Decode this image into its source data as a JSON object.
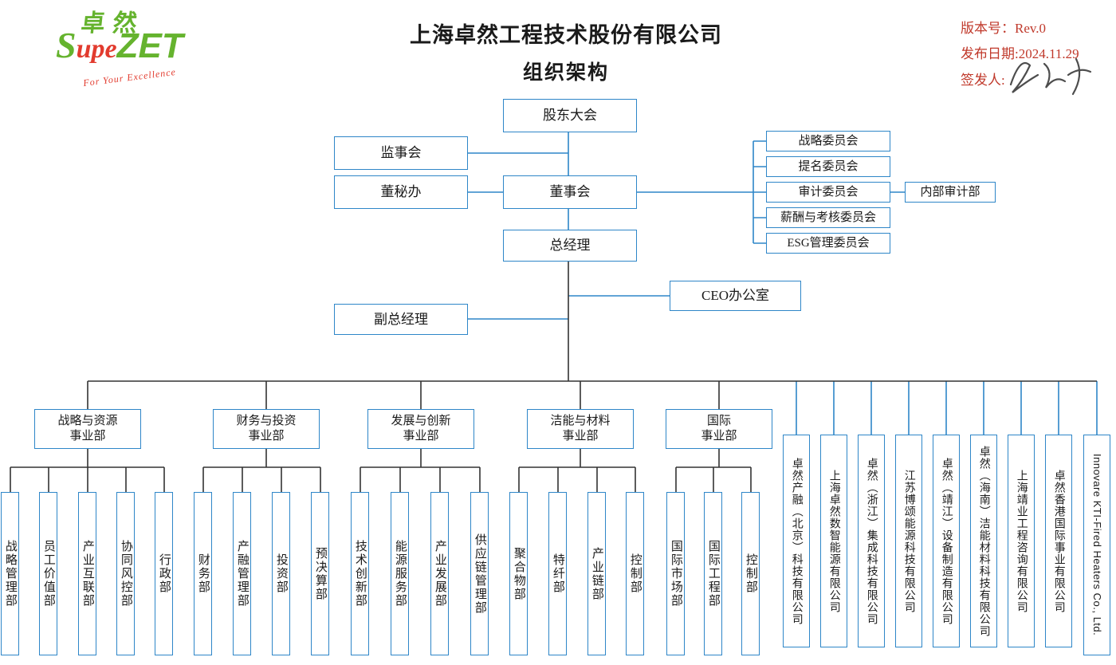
{
  "logo": {
    "chinese": "卓然",
    "part1": "S",
    "part2": "upe",
    "part3": "ZET",
    "tagline": "For Your Excellence"
  },
  "title": {
    "line1": "上海卓然工程技术股份有限公司",
    "line2": "组织架构"
  },
  "meta": {
    "version": "版本号：Rev.0",
    "release_date": "发布日期:2024.11.29",
    "signer": "签发人:"
  },
  "org": {
    "shareholders": "股东大会",
    "supervisory_board": "监事会",
    "secretary_office": "董秘办",
    "board": "董事会",
    "general_manager": "总经理",
    "deputy_general_manager": "副总经理",
    "ceo_office": "CEO办公室",
    "internal_audit": "内部审计部",
    "committees": [
      {
        "label": "战略委员会"
      },
      {
        "label": "提名委员会"
      },
      {
        "label": "审计委员会"
      },
      {
        "label": "薪酬与考核委员会"
      },
      {
        "label": "ESG管理委员会"
      }
    ],
    "divisions": [
      {
        "line1": "战略与资源",
        "line2": "事业部",
        "departments": [
          {
            "label": "战略管理部"
          },
          {
            "label": "员工价值部"
          },
          {
            "label": "产业互联部"
          },
          {
            "label": "协同风控部"
          },
          {
            "label": "行政部"
          }
        ]
      },
      {
        "line1": "财务与投资",
        "line2": "事业部",
        "departments": [
          {
            "label": "财务部"
          },
          {
            "label": "产融管理部"
          },
          {
            "label": "投资部"
          },
          {
            "label": "预决算部"
          }
        ]
      },
      {
        "line1": "发展与创新",
        "line2": "事业部",
        "departments": [
          {
            "label": "技术创新部"
          },
          {
            "label": "能源服务部"
          },
          {
            "label": "产业发展部"
          },
          {
            "label": "供应链管理部"
          }
        ]
      },
      {
        "line1": "洁能与材料",
        "line2": "事业部",
        "departments": [
          {
            "label": "聚合物部"
          },
          {
            "label": "特纤部"
          },
          {
            "label": "产业链部"
          },
          {
            "label": "控制部"
          }
        ]
      },
      {
        "line1": "国际",
        "line2": "事业部",
        "departments": [
          {
            "label": "国际市场部"
          },
          {
            "label": "国际工程部"
          },
          {
            "label": "控制部"
          }
        ]
      }
    ],
    "subsidiaries": [
      {
        "label": "卓然产融（北京）科技有限公司"
      },
      {
        "label": "上海卓然数智能源有限公司"
      },
      {
        "label": "卓然（浙江）集成科技有限公司"
      },
      {
        "label": "江苏博颂能源科技有限公司"
      },
      {
        "label": "卓然（靖江）设备制造有限公司"
      },
      {
        "label": "卓然（海南）洁能材料科技有限公司"
      },
      {
        "label": "上海靖业工程咨询有限公司"
      },
      {
        "label": "卓然香港国际事业有限公司"
      },
      {
        "label": "Innovare KTI-Fired Heaters Co., Ltd."
      }
    ]
  },
  "colors": {
    "accent_blue": "#2E86C8",
    "line_dark": "#333333",
    "brand_red": "#C0392B",
    "logo_green": "#65B32E",
    "logo_red": "#E23B2E"
  }
}
